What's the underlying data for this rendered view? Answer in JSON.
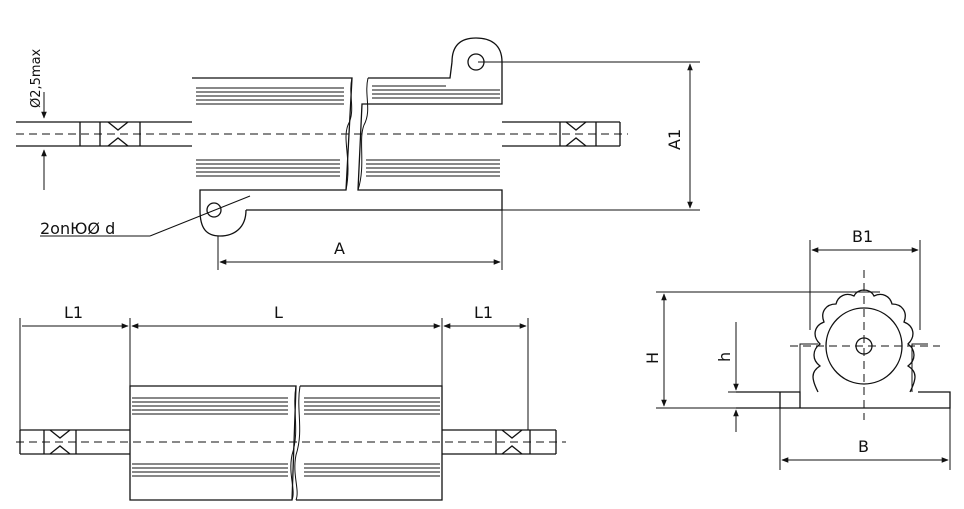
{
  "labels": {
    "phi_2_5_max": "Ø2,5max",
    "mounting_hole": "2оnЮØ d",
    "A": "A",
    "A1": "A1",
    "L1_left": "L1",
    "L": "L",
    "L1_right": "L1",
    "B1": "B1",
    "H": "H",
    "h": "h",
    "B": "B"
  }
}
